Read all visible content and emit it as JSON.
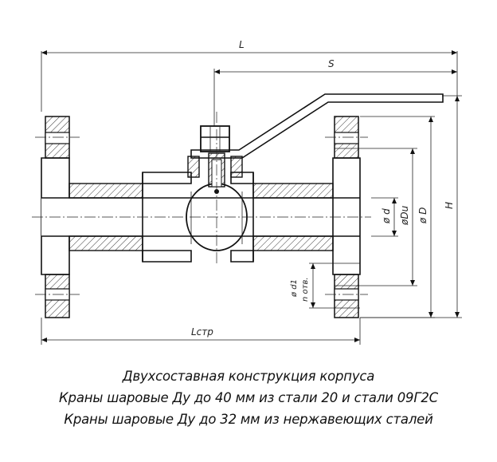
{
  "labels": {
    "L": "L",
    "S": "S",
    "H": "H",
    "Lstr": "Lстр",
    "d": "ø d",
    "Du": "øDu",
    "D": "ø D",
    "d1": "ø d1",
    "n_otv": "n отв."
  },
  "caption": {
    "line1": "Двухсоставная конструкция корпуса",
    "line2": "Краны шаровые Ду до 40 мм из стали 20 и стали 09Г2С",
    "line3": "Краны шаровые Ду до 32 мм из нержавеющих сталей"
  }
}
